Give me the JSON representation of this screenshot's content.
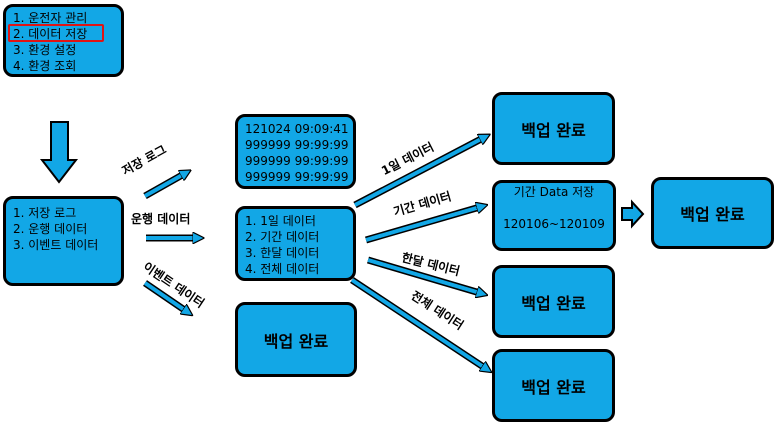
{
  "menu": {
    "items": [
      "1. 운전자 관리",
      "2. 데이터 저장",
      "3. 환경 설정",
      "4. 환경 조회"
    ],
    "highlighted_index": 1
  },
  "storage": {
    "items": [
      "1. 저장 로그",
      "2. 운행 데이터",
      "3. 이벤트 데이터"
    ]
  },
  "log_box": {
    "lines": [
      "121024 09:09:41",
      "999999 99:99:99",
      "999999 99:99:99",
      "999999 99:99:99"
    ]
  },
  "drive_box": {
    "items": [
      "1. 1일 데이터",
      "2. 기간 데이터",
      "3. 한달 데이터",
      "4. 전체 데이터"
    ]
  },
  "event_box": {
    "text": "백업 완료"
  },
  "period_box": {
    "title": "기간 Data 저장",
    "range": "120106~120109"
  },
  "results": {
    "day": "백업 완료",
    "month": "백업 완료",
    "all": "백업 완료",
    "period": "백업 완료"
  },
  "labels": {
    "log": "저장 로그",
    "drive": "운행 데이터",
    "event": "이벤트 데이터",
    "day": "1일 데이터",
    "period": "기간 데이터",
    "month": "한달 데이터",
    "all": "전체 데이터"
  },
  "colors": {
    "box_fill": "#12a7e6",
    "border": "#000000",
    "highlight": "#e01414"
  }
}
